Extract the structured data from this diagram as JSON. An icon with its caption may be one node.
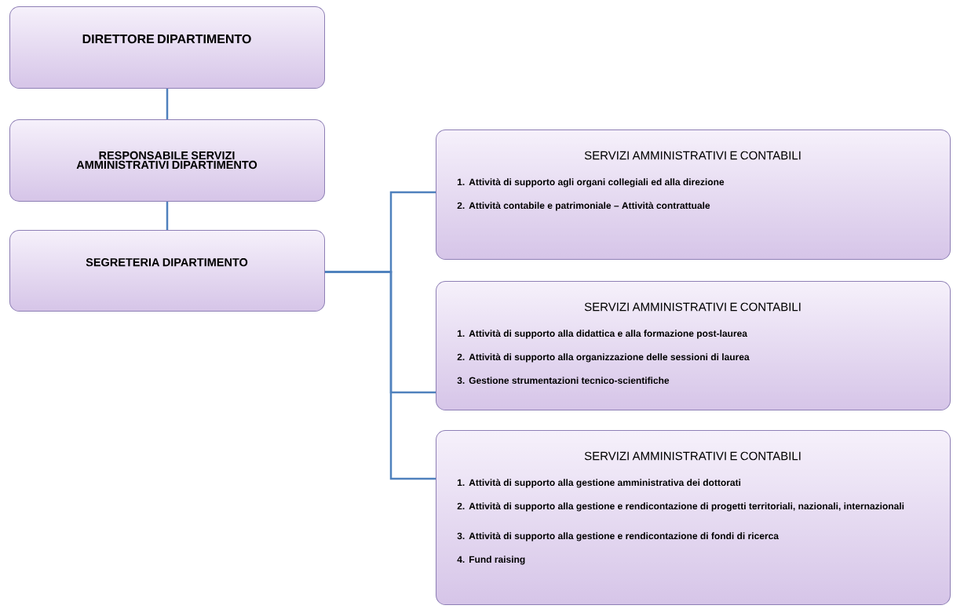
{
  "diagram": {
    "nodes": [
      {
        "text": [
          "DIRETTORE DIPARTIMENTO"
        ]
      },
      {
        "text": [
          "RESPONSABILE SERVIZI AMMINISTRATIVI DIPARTIMENTO"
        ]
      },
      {
        "text": [
          "SEGRETERIA DIPARTIMENTO"
        ]
      },
      {
        "text": [
          "SERVIZI AMMINISTRATIVI E CONTABILI",
          "1. Attività di supporto agli organi collegiali ed alla direzione",
          "2. Attività contabile e patrimoniale – Attività contrattuale"
        ]
      },
      {
        "text": [
          "SERVIZI AMMINISTRATIVI E CONTABILI",
          "1. Attività di supporto alla didattica e alla formazione post-laurea",
          "2. Attività di supporto alla organizzazione delle sessioni di laurea",
          "3. Gestione strumentazioni tecnico-scientifiche"
        ]
      },
      {
        "text": [
          "SERVIZI AMMINISTRATIVI E CONTABILI",
          "1. Attività di supporto alla gestione amministrativa dei dottorati",
          "2. Attività di supporto alla gestione e rendicontazione di progetti territoriali, nazionali, internazionali",
          "3. Attività di supporto alla gestione e rendicontazione di fondi di ricerca",
          "4. Fund raising"
        ]
      }
    ],
    "edges": [
      {
        "from": 0,
        "to": 1,
        "arrow": "none"
      },
      {
        "from": 1,
        "to": 2,
        "arrow": "none"
      },
      {
        "from": 2,
        "to": 3,
        "arrow": "none"
      },
      {
        "from": 2,
        "to": 4,
        "arrow": "none"
      },
      {
        "from": 2,
        "to": 5,
        "arrow": "none"
      }
    ]
  }
}
